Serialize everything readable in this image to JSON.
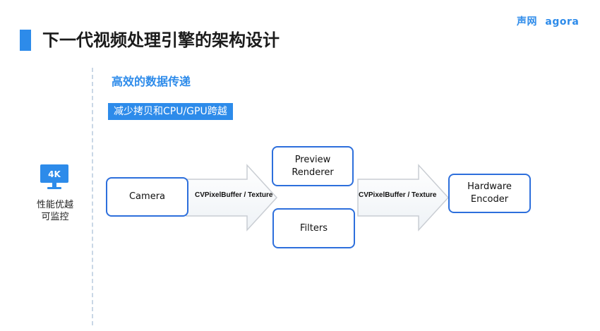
{
  "slide": {
    "title": "下一代视频处理引擎的架构设计",
    "brand": {
      "cn": "声网",
      "en": "agora"
    }
  },
  "sidebar": {
    "monitor_badge": "4K",
    "label": "性能优越\n可监控"
  },
  "section": {
    "heading": "高效的数据传递",
    "tag": "减少拷贝和CPU/GPU跨越"
  },
  "diagram": {
    "nodes": {
      "camera": "Camera",
      "preview": "Preview\nRenderer",
      "filters": "Filters",
      "encoder": "Hardware\nEncoder"
    },
    "arrows": {
      "left_label": "CVPixelBuffer / Texture",
      "right_label": "CVPixelBuffer / Texture"
    }
  },
  "colors": {
    "accent": "#2d8bea",
    "box_border": "#2d6fdc",
    "arrow_outline": "#c9cdd3"
  }
}
